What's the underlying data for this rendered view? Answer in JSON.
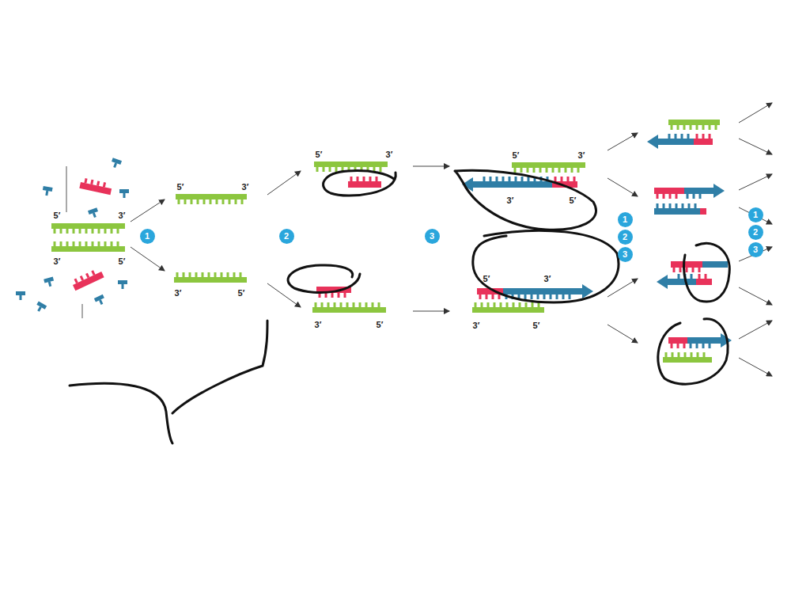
{
  "diagram": {
    "nodes": [
      {
        "text": [
          "1"
        ]
      },
      {
        "text": [
          "2"
        ]
      },
      {
        "text": [
          "3"
        ]
      },
      {
        "text": [
          "1"
        ]
      },
      {
        "text": [
          "2"
        ]
      },
      {
        "text": [
          "3"
        ]
      },
      {
        "text": [
          "1"
        ]
      },
      {
        "text": [
          "2"
        ]
      },
      {
        "text": [
          "3"
        ]
      }
    ],
    "labels": [
      "5′",
      "3′",
      "3′",
      "5′",
      "5′",
      "3′",
      "3′",
      "5′",
      "5′",
      "3′",
      "3′",
      "5′",
      "5′",
      "3′",
      "3′",
      "5′",
      "5′",
      "3′",
      "3′",
      "5′"
    ]
  }
}
